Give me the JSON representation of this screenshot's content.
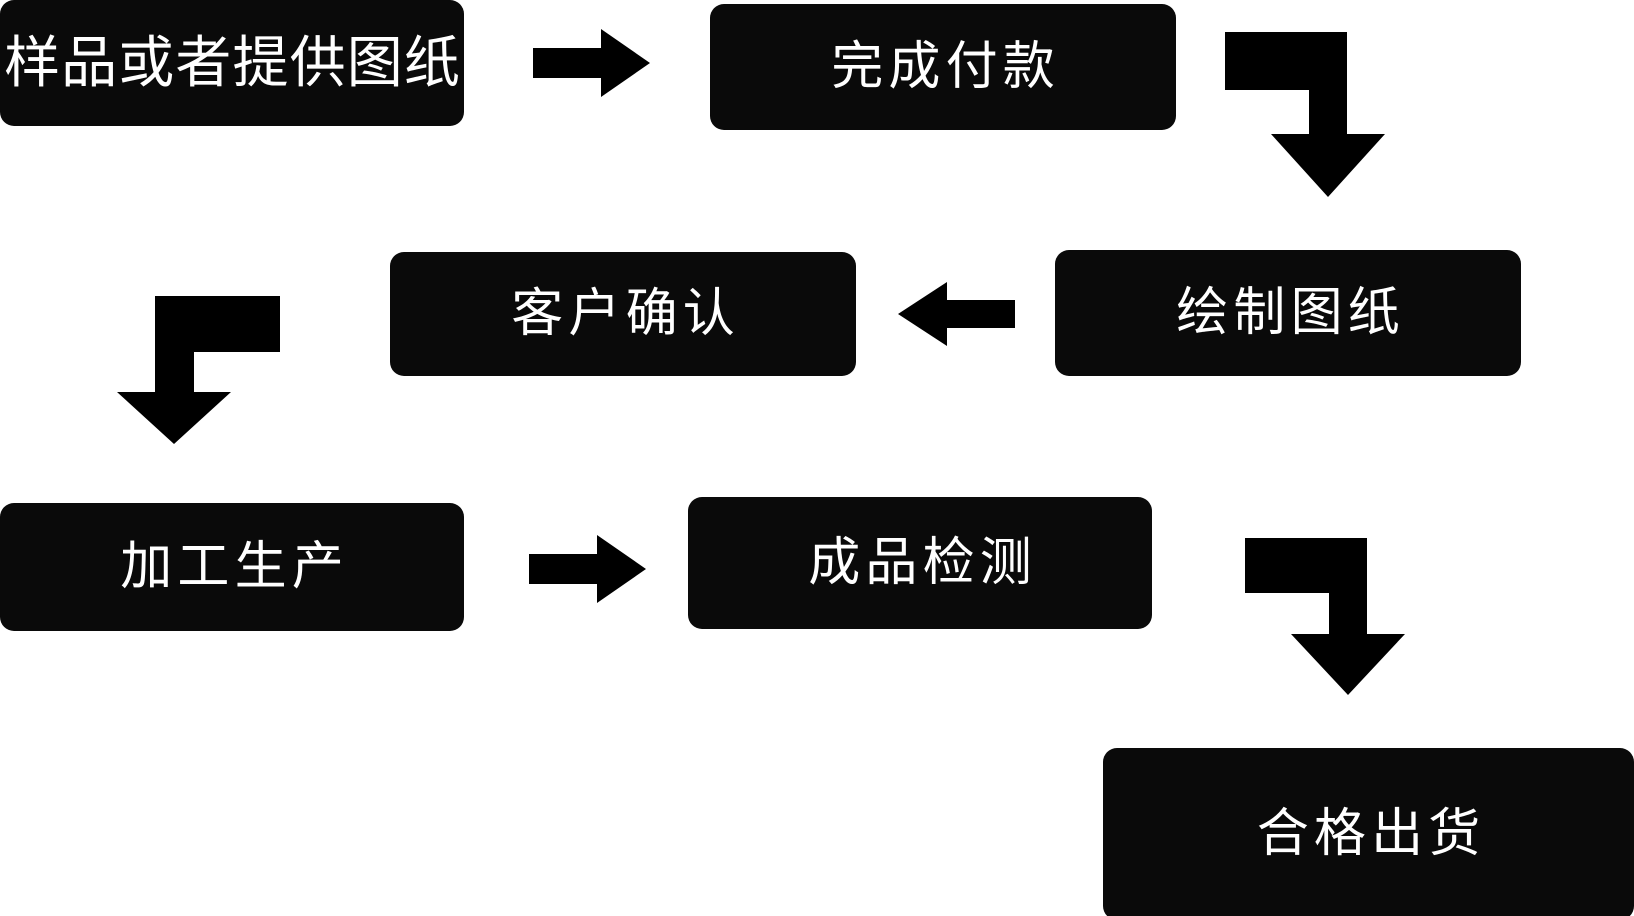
{
  "diagram": {
    "title": "",
    "background_color": "#ffffff",
    "node_fill_color": "#0a0a0a",
    "node_text_color": "#ffffff",
    "arrow_color": "#000000",
    "nodes": [
      {
        "id": "sample",
        "label": "样品或者提供图纸",
        "step": 1
      },
      {
        "id": "payment",
        "label": "完成付款",
        "step": 2
      },
      {
        "id": "drawing",
        "label": "绘制图纸",
        "step": 3
      },
      {
        "id": "confirm",
        "label": "客户确认",
        "step": 4
      },
      {
        "id": "production",
        "label": "加工生产",
        "step": 5
      },
      {
        "id": "inspection",
        "label": "成品检测",
        "step": 6
      },
      {
        "id": "shipping",
        "label": "合格出货",
        "step": 7
      }
    ],
    "connectors": [
      {
        "id": "sample-to-payment",
        "from": "sample",
        "to": "payment",
        "shape": "straight",
        "direction": "right"
      },
      {
        "id": "payment-to-drawing",
        "from": "payment",
        "to": "drawing",
        "shape": "elbow",
        "direction": "right-then-down"
      },
      {
        "id": "drawing-to-confirm",
        "from": "drawing",
        "to": "confirm",
        "shape": "straight",
        "direction": "left"
      },
      {
        "id": "confirm-to-production",
        "from": "confirm",
        "to": "production",
        "shape": "elbow",
        "direction": "left-then-down"
      },
      {
        "id": "production-to-inspection",
        "from": "production",
        "to": "inspection",
        "shape": "straight",
        "direction": "right"
      },
      {
        "id": "inspection-to-shipping",
        "from": "inspection",
        "to": "shipping",
        "shape": "elbow",
        "direction": "right-then-down"
      }
    ]
  }
}
